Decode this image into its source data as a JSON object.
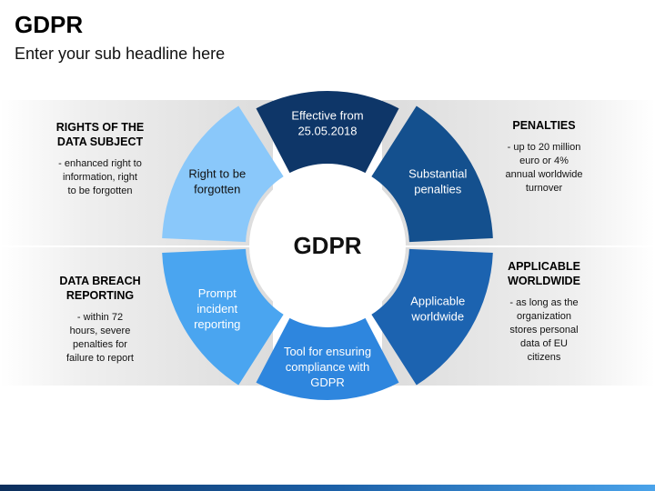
{
  "header": {
    "title": "GDPR",
    "subtitle": "Enter your sub headline here"
  },
  "center_label": "GDPR",
  "segments": [
    {
      "lines": [
        "Effective from",
        "25.05.2018"
      ],
      "color": "#0e3668",
      "text_color": "#ffffff"
    },
    {
      "lines": [
        "Substantial",
        "penalties"
      ],
      "color": "#14508e",
      "text_color": "#ffffff"
    },
    {
      "lines": [
        "Applicable",
        "worldwide"
      ],
      "color": "#1c63b0",
      "text_color": "#ffffff"
    },
    {
      "lines": [
        "Tool for ensuring",
        "compliance with",
        "GDPR"
      ],
      "color": "#2e86de",
      "text_color": "#ffffff"
    },
    {
      "lines": [
        "Prompt",
        "incident",
        "reporting"
      ],
      "color": "#4aa5f0",
      "text_color": "#ffffff"
    },
    {
      "lines": [
        "Right to be",
        "forgotten"
      ],
      "color": "#8ac8fa",
      "text_color": "#111111"
    }
  ],
  "side_blocks": {
    "rights": {
      "title_lines": [
        "RIGHTS OF THE",
        "DATA SUBJECT"
      ],
      "desc_lines": [
        "- enhanced right to",
        "information, right",
        "to be forgotten"
      ]
    },
    "breach": {
      "title_lines": [
        "DATA BREACH",
        "REPORTING"
      ],
      "desc_lines": [
        "- within 72",
        "hours, severe",
        "penalties for",
        "failure to report"
      ]
    },
    "penalties": {
      "title_lines": [
        "PENALTIES"
      ],
      "desc_lines": [
        "- up to 20 million",
        "euro or 4%",
        "annual worldwide",
        "turnover"
      ]
    },
    "worldwide": {
      "title_lines": [
        "APPLICABLE",
        "WORLDWIDE"
      ],
      "desc_lines": [
        "- as long as the",
        "organization",
        "stores personal",
        "data of EU",
        "citizens"
      ]
    }
  },
  "accent_bar_colors": [
    "#0c2e5c",
    "#1b5fa6",
    "#4aa3ea"
  ]
}
